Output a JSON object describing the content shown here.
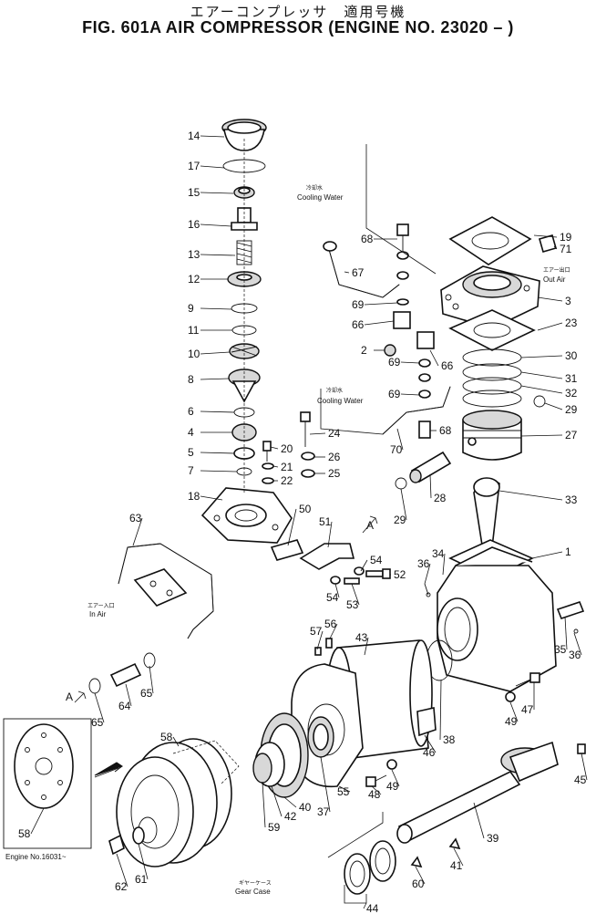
{
  "title": {
    "japanese": "エアーコンプレッサ　適用号機",
    "english": "FIG. 601A  AIR COMPRESSOR (ENGINE NO. 23020 –  )"
  },
  "notes": {
    "cooling_water_top": "Cooling Water",
    "cooling_water_mid": "Cooling Water",
    "out_air": "Out Air",
    "in_air": "In Air",
    "gear_case": "Gear Case",
    "engine_no": "Engine No.16031~",
    "japanese_out_air": "エアー出口",
    "japanese_in_air": "エアー入口",
    "japanese_gear_case": "ギヤーケース",
    "japanese_cooling_water": "冷却水"
  },
  "arrows": {
    "a1": "A",
    "a2": "A"
  },
  "parts": [
    {
      "id": "p14",
      "label": "14"
    },
    {
      "id": "p17",
      "label": "17"
    },
    {
      "id": "p15",
      "label": "15"
    },
    {
      "id": "p16",
      "label": "16"
    },
    {
      "id": "p13",
      "label": "13"
    },
    {
      "id": "p12",
      "label": "12"
    },
    {
      "id": "p9",
      "label": "9"
    },
    {
      "id": "p11",
      "label": "11"
    },
    {
      "id": "p10",
      "label": "10"
    },
    {
      "id": "p8",
      "label": "8"
    },
    {
      "id": "p6",
      "label": "6"
    },
    {
      "id": "p4",
      "label": "4"
    },
    {
      "id": "p5",
      "label": "5"
    },
    {
      "id": "p7",
      "label": "7"
    },
    {
      "id": "p18",
      "label": "18"
    },
    {
      "id": "p20",
      "label": "20"
    },
    {
      "id": "p21",
      "label": "21"
    },
    {
      "id": "p22",
      "label": "22"
    },
    {
      "id": "p24",
      "label": "24"
    },
    {
      "id": "p26",
      "label": "26"
    },
    {
      "id": "p25",
      "label": "25"
    },
    {
      "id": "p68a",
      "label": "68"
    },
    {
      "id": "p67",
      "label": "67"
    },
    {
      "id": "p69a",
      "label": "69"
    },
    {
      "id": "p66a",
      "label": "66"
    },
    {
      "id": "p2",
      "label": "2"
    },
    {
      "id": "p69b",
      "label": "69"
    },
    {
      "id": "p66b",
      "label": "66"
    },
    {
      "id": "p69c",
      "label": "69"
    },
    {
      "id": "p70",
      "label": "70"
    },
    {
      "id": "p68b",
      "label": "68"
    },
    {
      "id": "p19",
      "label": "19"
    },
    {
      "id": "p71",
      "label": "71"
    },
    {
      "id": "p3",
      "label": "3"
    },
    {
      "id": "p23",
      "label": "23"
    },
    {
      "id": "p30",
      "label": "30"
    },
    {
      "id": "p31",
      "label": "31"
    },
    {
      "id": "p32",
      "label": "32"
    },
    {
      "id": "p29a",
      "label": "29"
    },
    {
      "id": "p27",
      "label": "27"
    },
    {
      "id": "p28",
      "label": "28"
    },
    {
      "id": "p29b",
      "label": "29"
    },
    {
      "id": "p33",
      "label": "33"
    },
    {
      "id": "p1",
      "label": "1"
    },
    {
      "id": "p34",
      "label": "34"
    },
    {
      "id": "p36a",
      "label": "36"
    },
    {
      "id": "p35",
      "label": "35"
    },
    {
      "id": "p36b",
      "label": "36"
    },
    {
      "id": "p63",
      "label": "63"
    },
    {
      "id": "p50",
      "label": "50"
    },
    {
      "id": "p51",
      "label": "51"
    },
    {
      "id": "p54a",
      "label": "54"
    },
    {
      "id": "p52",
      "label": "52"
    },
    {
      "id": "p54b",
      "label": "54"
    },
    {
      "id": "p53",
      "label": "53"
    },
    {
      "id": "p57",
      "label": "57"
    },
    {
      "id": "p56",
      "label": "56"
    },
    {
      "id": "p43",
      "label": "43"
    },
    {
      "id": "p47",
      "label": "47"
    },
    {
      "id": "p49a",
      "label": "49"
    },
    {
      "id": "p38",
      "label": "38"
    },
    {
      "id": "p46",
      "label": "46"
    },
    {
      "id": "p45",
      "label": "45"
    },
    {
      "id": "p49b",
      "label": "49"
    },
    {
      "id": "p48",
      "label": "48"
    },
    {
      "id": "p55",
      "label": "55"
    },
    {
      "id": "p37",
      "label": "37"
    },
    {
      "id": "p40",
      "label": "40"
    },
    {
      "id": "p42",
      "label": "42"
    },
    {
      "id": "p59",
      "label": "59"
    },
    {
      "id": "p58a",
      "label": "58"
    },
    {
      "id": "p58b",
      "label": "58"
    },
    {
      "id": "p64",
      "label": "64"
    },
    {
      "id": "p65a",
      "label": "65"
    },
    {
      "id": "p65b",
      "label": "65"
    },
    {
      "id": "p61",
      "label": "61"
    },
    {
      "id": "p62",
      "label": "62"
    },
    {
      "id": "p39",
      "label": "39"
    },
    {
      "id": "p41",
      "label": "41"
    },
    {
      "id": "p60",
      "label": "60"
    },
    {
      "id": "p44",
      "label": "44"
    }
  ]
}
